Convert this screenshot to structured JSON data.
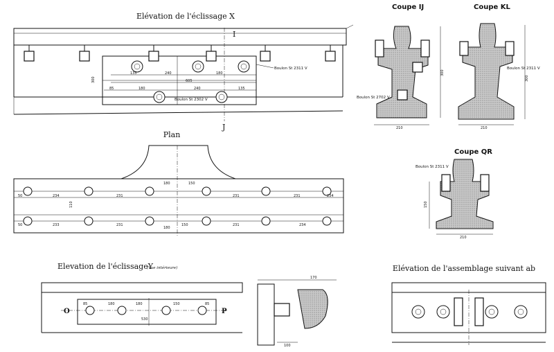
{
  "titles": {
    "elev_x": "Elévation de l'éclissage X",
    "plan": "Plan",
    "elev_y": "Elevation de l'éclissageY",
    "elev_y_note": "(Vue intérieure)",
    "assembly": "Elévation de l'assemblage suivant ab",
    "coupe_ij": "Coupe IJ",
    "coupe_kl": "Coupe KL",
    "coupe_qr": "Coupe QR"
  },
  "labels": {
    "section_i": "I",
    "section_j": "J",
    "point_o": "O",
    "point_p": "P",
    "bolt_2311": "Boulon St 2311 V",
    "bolt_2302": "Boulon St 2302 V",
    "bolt_2702": "Boulon St 2702 V"
  },
  "dims": {
    "elev_x_top": [
      "135",
      "240",
      "180"
    ],
    "elev_x_total": "605",
    "elev_x_bottom": [
      "85",
      "180",
      "240",
      "135"
    ],
    "elev_x_height": "300",
    "plan_top": [
      "50",
      "234",
      "231",
      "180",
      "150",
      "231",
      "231",
      "234"
    ],
    "plan_bottom": [
      "50",
      "233",
      "231",
      "180",
      "150",
      "231",
      "234"
    ],
    "plan_mid": "110",
    "coupe_ij_width": "210",
    "coupe_ij_height": "300",
    "coupe_kl_width": "210",
    "coupe_kl_height": "300",
    "coupe_qr_width": "210",
    "coupe_qr_height": "150",
    "elev_y": [
      "85",
      "180",
      "180",
      "150",
      "85"
    ],
    "elev_y_total": "530",
    "elev_y_side": "170",
    "elev_y_bottom": "100"
  }
}
